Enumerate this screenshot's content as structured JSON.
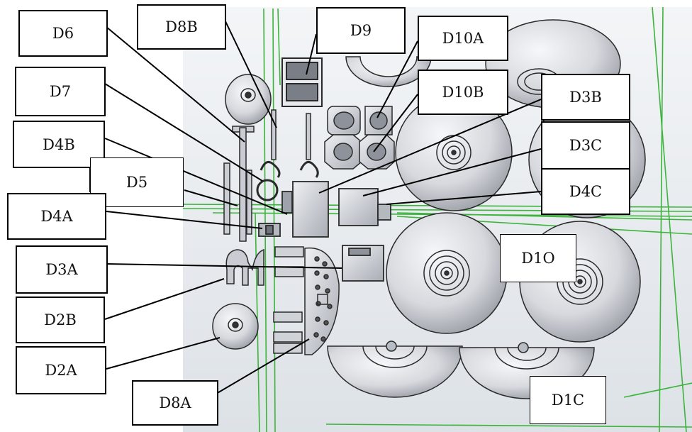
{
  "labels": {
    "d6": "D6",
    "d8b": "D8B",
    "d9": "D9",
    "d10a": "D10A",
    "d7": "D7",
    "d10b": "D10B",
    "d3b": "D3B",
    "d4b": "D4B",
    "d3c": "D3C",
    "d5": "D5",
    "d4c": "D4C",
    "d4a": "D4A",
    "d3a": "D3A",
    "d10": "D1O",
    "d2b": "D2B",
    "d2a": "D2A",
    "d8a": "D8A",
    "d1c": "D1C"
  },
  "colors": {
    "background": "#ffffff",
    "viewport": "#e9edf0",
    "part_fill": "#d9dbe0",
    "part_shadow": "#9ea2aa",
    "part_edge": "#2a2a2a",
    "guide_line": "#3cb43c",
    "leader_line": "#000000"
  }
}
